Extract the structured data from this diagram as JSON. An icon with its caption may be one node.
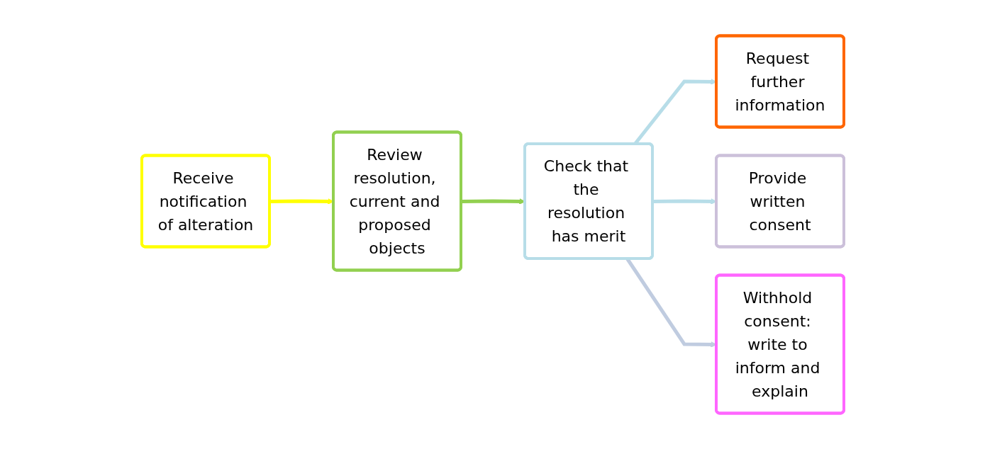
{
  "diagram": {
    "nodes": [
      {
        "text": [
          "Receive notification of alteration"
        ]
      },
      {
        "text": [
          "Review resolution, current and proposed objects"
        ]
      },
      {
        "text": [
          "Check that the resolution has merit"
        ]
      },
      {
        "text": [
          "Request further information"
        ]
      },
      {
        "text": [
          "Provide written consent"
        ]
      },
      {
        "text": [
          "Withhold consent: write to inform and explain"
        ]
      }
    ],
    "edges": [
      {
        "from": 0,
        "to": 1,
        "arrow": "to",
        "color": "#ffff00"
      },
      {
        "from": 1,
        "to": 2,
        "arrow": "to",
        "color": "#92d050"
      },
      {
        "from": 2,
        "to": 3,
        "arrow": "to"
      },
      {
        "from": 2,
        "to": 4,
        "arrow": "to"
      },
      {
        "from": 2,
        "to": 5,
        "arrow": "to",
        "color": "#c0cce0"
      }
    ]
  }
}
